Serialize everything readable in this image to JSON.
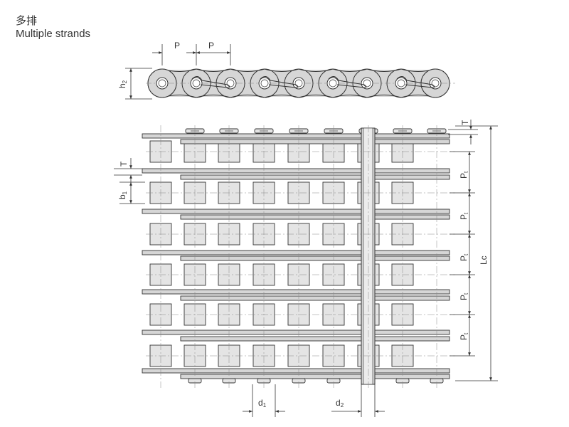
{
  "heading": {
    "title_cn": "多排",
    "title_en": "Multiple strands"
  },
  "dimensions": {
    "pitch": "P",
    "plate_height": "h",
    "plate_height_sub": "2",
    "plate_thickness": "T",
    "inner_width": "b",
    "inner_width_sub": "1",
    "transverse_pitch": "P",
    "transverse_pitch_sub": "t",
    "pin_length": "Lc",
    "roller_diameter": "d",
    "roller_diameter_sub": "1",
    "pin_diameter": "d",
    "pin_diameter_sub": "2"
  },
  "colors": {
    "line": "#333333",
    "fill_light": "#e4e4e4",
    "fill_plate": "#d6d6d6",
    "centerline": "#888888"
  }
}
